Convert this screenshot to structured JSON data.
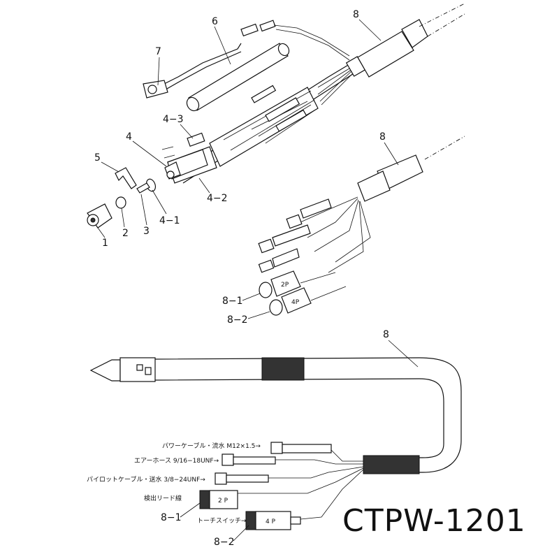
{
  "diagram": {
    "model_number": "CTPW-1201",
    "part_labels": {
      "p1": "1",
      "p2": "2",
      "p3": "3",
      "p4": "4",
      "p4_1": "4−1",
      "p4_2": "4−2",
      "p4_3": "4−3",
      "p5": "5",
      "p6": "6",
      "p7": "7",
      "p8_top": "8",
      "p8_mid": "8",
      "p8_bottom": "8",
      "p8_1_mid": "8−1",
      "p8_2_mid": "8−2",
      "p8_1_bottom": "8−1",
      "p8_2_bottom": "8−2"
    },
    "callouts": {
      "power_cable": "パワーケーブル・流水 M12×1.5→",
      "air_hose": "エアーホース 9/16−18UNF→",
      "pilot_cable": "パイロットケーブル・送水 3/8−24UNF→",
      "detect_lead": "検出リード線",
      "torch_switch": "トーチスイッチ→"
    },
    "connector_marks": {
      "two_pin_mid": "2P",
      "four_pin_mid": "4P",
      "two_pin_bottom": "2 P",
      "four_pin_bottom": "4 P"
    }
  }
}
